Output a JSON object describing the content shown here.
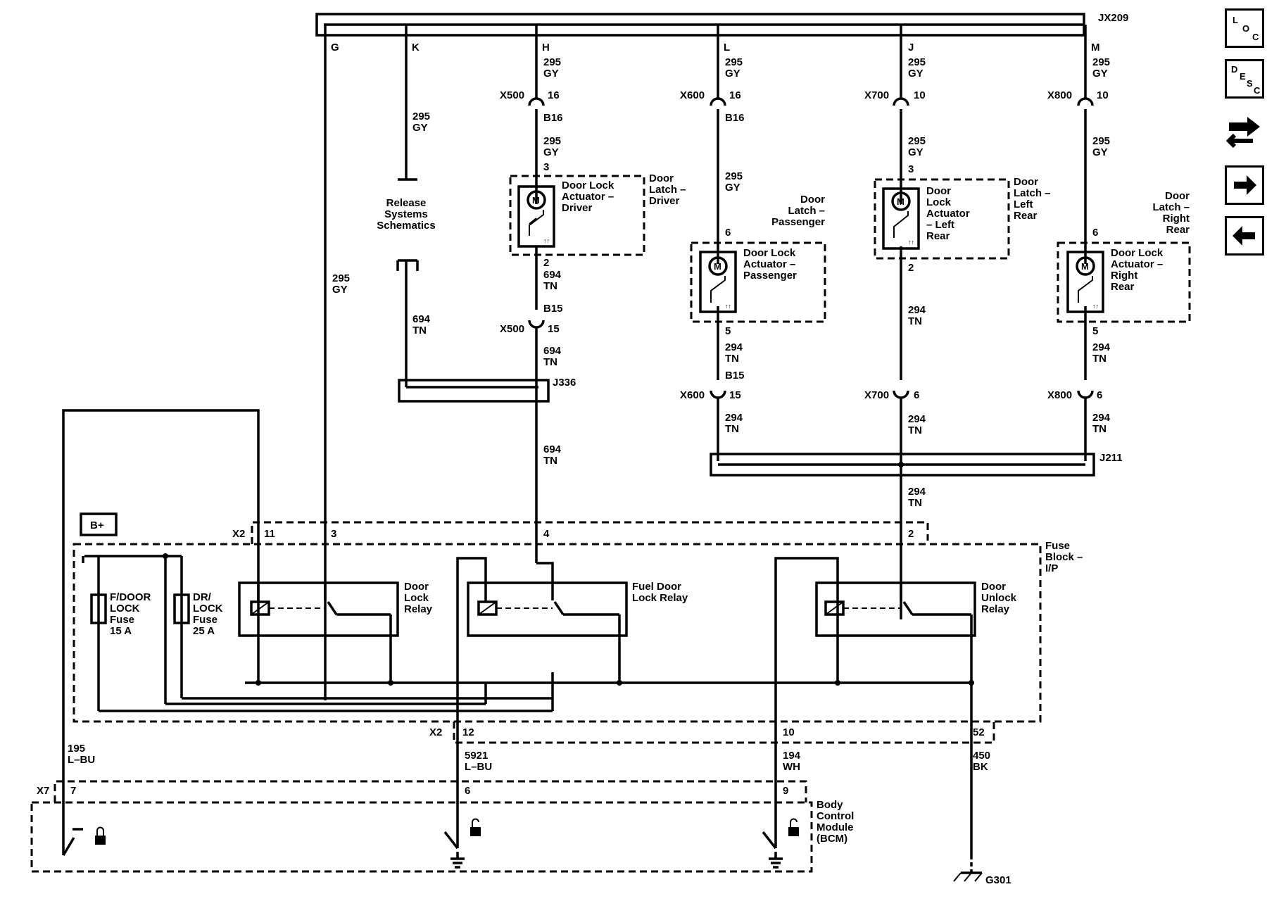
{
  "connectors": {
    "top": "JX209",
    "j336": "J336",
    "j211": "J211",
    "x2_top": "X2",
    "x2_bottom": "X2",
    "x7": "X7",
    "x500a": "X500",
    "x500b": "X500",
    "x600a": "X600",
    "x600b": "X600",
    "x700a": "X700",
    "x700b": "X700",
    "x800a": "X800",
    "x800b": "X800"
  },
  "pins": {
    "top": [
      "G",
      "K",
      "H",
      "L",
      "J",
      "M"
    ],
    "x500a": "16",
    "x500b": "15",
    "x600a": "16",
    "x600b": "15",
    "x700a": "10",
    "x700b": "6",
    "x800a": "10",
    "x800b": "6",
    "b16a": "B16",
    "b16b": "B16",
    "b15a": "B15",
    "b15b": "B15",
    "act_driver_top": "3",
    "act_driver_bot": "2",
    "act_pass_top": "6",
    "act_pass_bot": "5",
    "act_lr_top": "3",
    "act_lr_bot": "2",
    "act_rr_top": "6",
    "act_rr_bot": "5",
    "x2_11": "11",
    "x2_3": "3",
    "x2_4": "4",
    "x2_2": "2",
    "x2_12": "12",
    "x2_10": "10",
    "x2_52": "52",
    "x7_7": "7",
    "x7_6": "6",
    "x7_9": "9"
  },
  "wires": {
    "gy": "295\nGY",
    "tn694": "694\nTN",
    "tn294": "294\nTN",
    "lbu195": "195\nL–BU",
    "lbu5921": "5921\nL–BU",
    "wh194": "194\nWH",
    "bk450": "450\nBK"
  },
  "labels": {
    "release": "Release\nSystems\nSchematics",
    "latch_driver": "Door\nLatch –\nDriver",
    "act_driver": "Door Lock\nActuator –\nDriver",
    "latch_pass": "Door\nLatch –\nPassenger",
    "act_pass": "Door Lock\nActuator –\nPassenger",
    "act_lr": "Door\nLock\nActuator\n– Left\nRear",
    "latch_lr": "Door\nLatch –\nLeft\nRear",
    "latch_rr": "Door\nLatch –\nRight\nRear",
    "act_rr": "Door Lock\nActuator –\nRight\nRear",
    "fuse_block": "Fuse\nBlock –\nI/P",
    "door_lock_relay": "Door\nLock\nRelay",
    "fuel_door_relay": "Fuel Door\nLock Relay",
    "door_unlock_relay": "Door\nUnlock\nRelay",
    "fuse1": "F/DOOR\nLOCK\nFuse\n15 A",
    "fuse2": "DR/\nLOCK\nFuse\n25 A",
    "bplus": "B+",
    "bcm": "Body\nControl\nModule\n(BCM)",
    "ground": "G301",
    "motor": "M"
  },
  "nav": {
    "loc": [
      "L",
      "O",
      "C"
    ],
    "desc": [
      "D",
      "E",
      "S",
      "C"
    ]
  }
}
